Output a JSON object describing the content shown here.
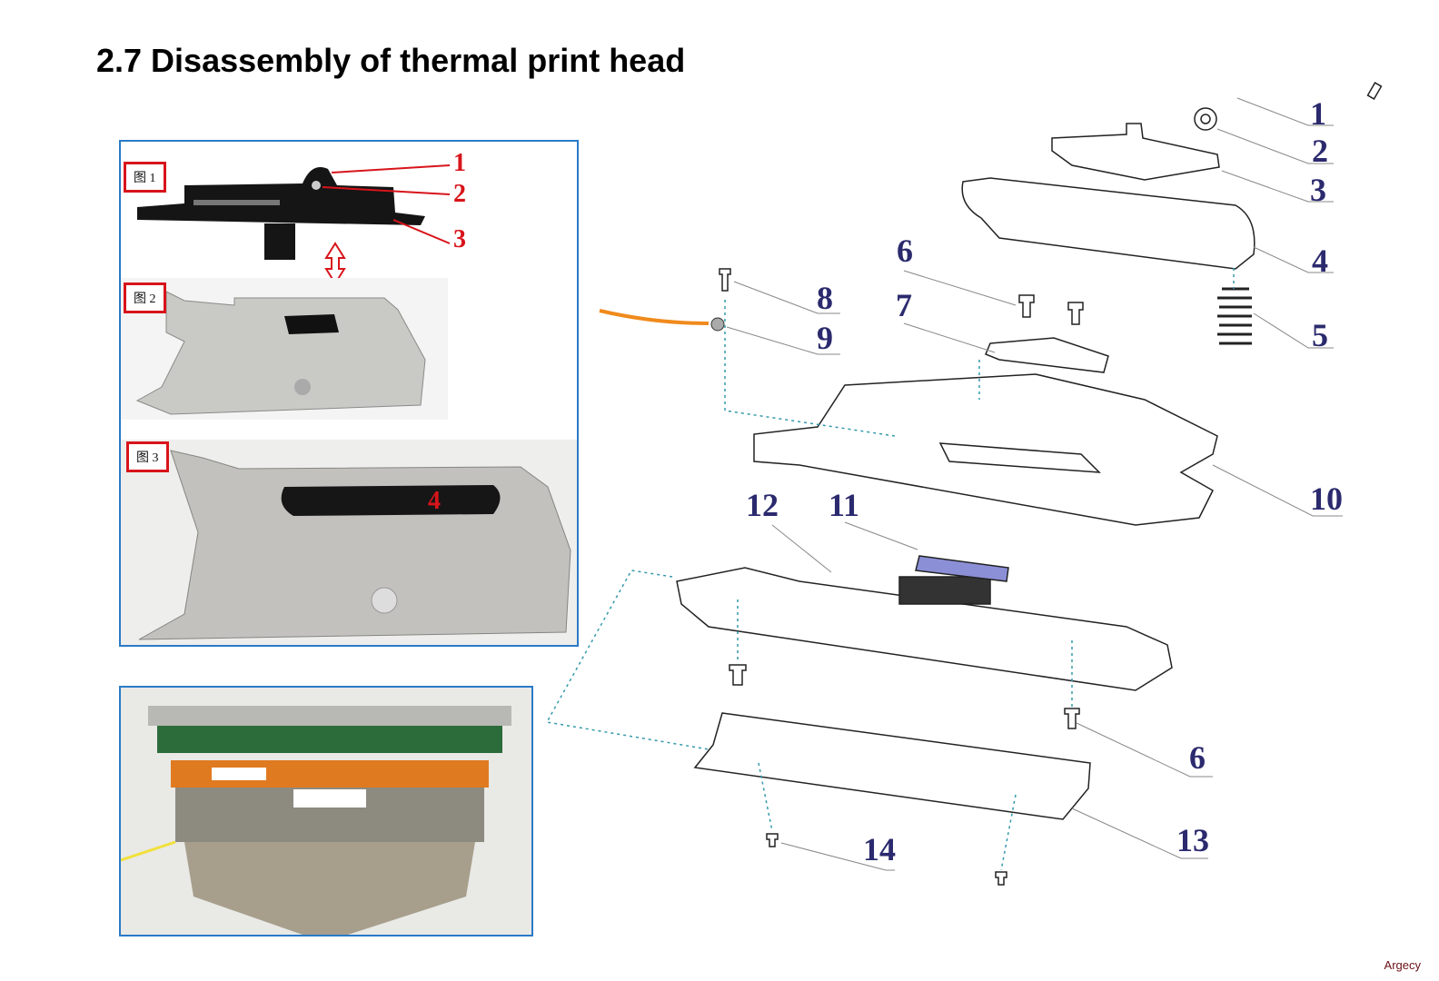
{
  "page": {
    "title": "2.7 Disassembly of thermal print head",
    "watermark": "Argecy"
  },
  "photos": {
    "fig1_label": "图 1",
    "fig2_label": "图 2",
    "fig3_label": "图 3",
    "fig1_callouts": [
      "1",
      "2",
      "3"
    ],
    "fig3_callout": "4"
  },
  "diagram": {
    "callouts": [
      "1",
      "2",
      "3",
      "4",
      "5",
      "6",
      "7",
      "8",
      "9",
      "10",
      "11",
      "12",
      "6",
      "13",
      "14"
    ]
  },
  "colors": {
    "accent_red": "#d8141b",
    "panel_border": "#2a7ac7",
    "callout_navy": "#2b2a6e"
  }
}
